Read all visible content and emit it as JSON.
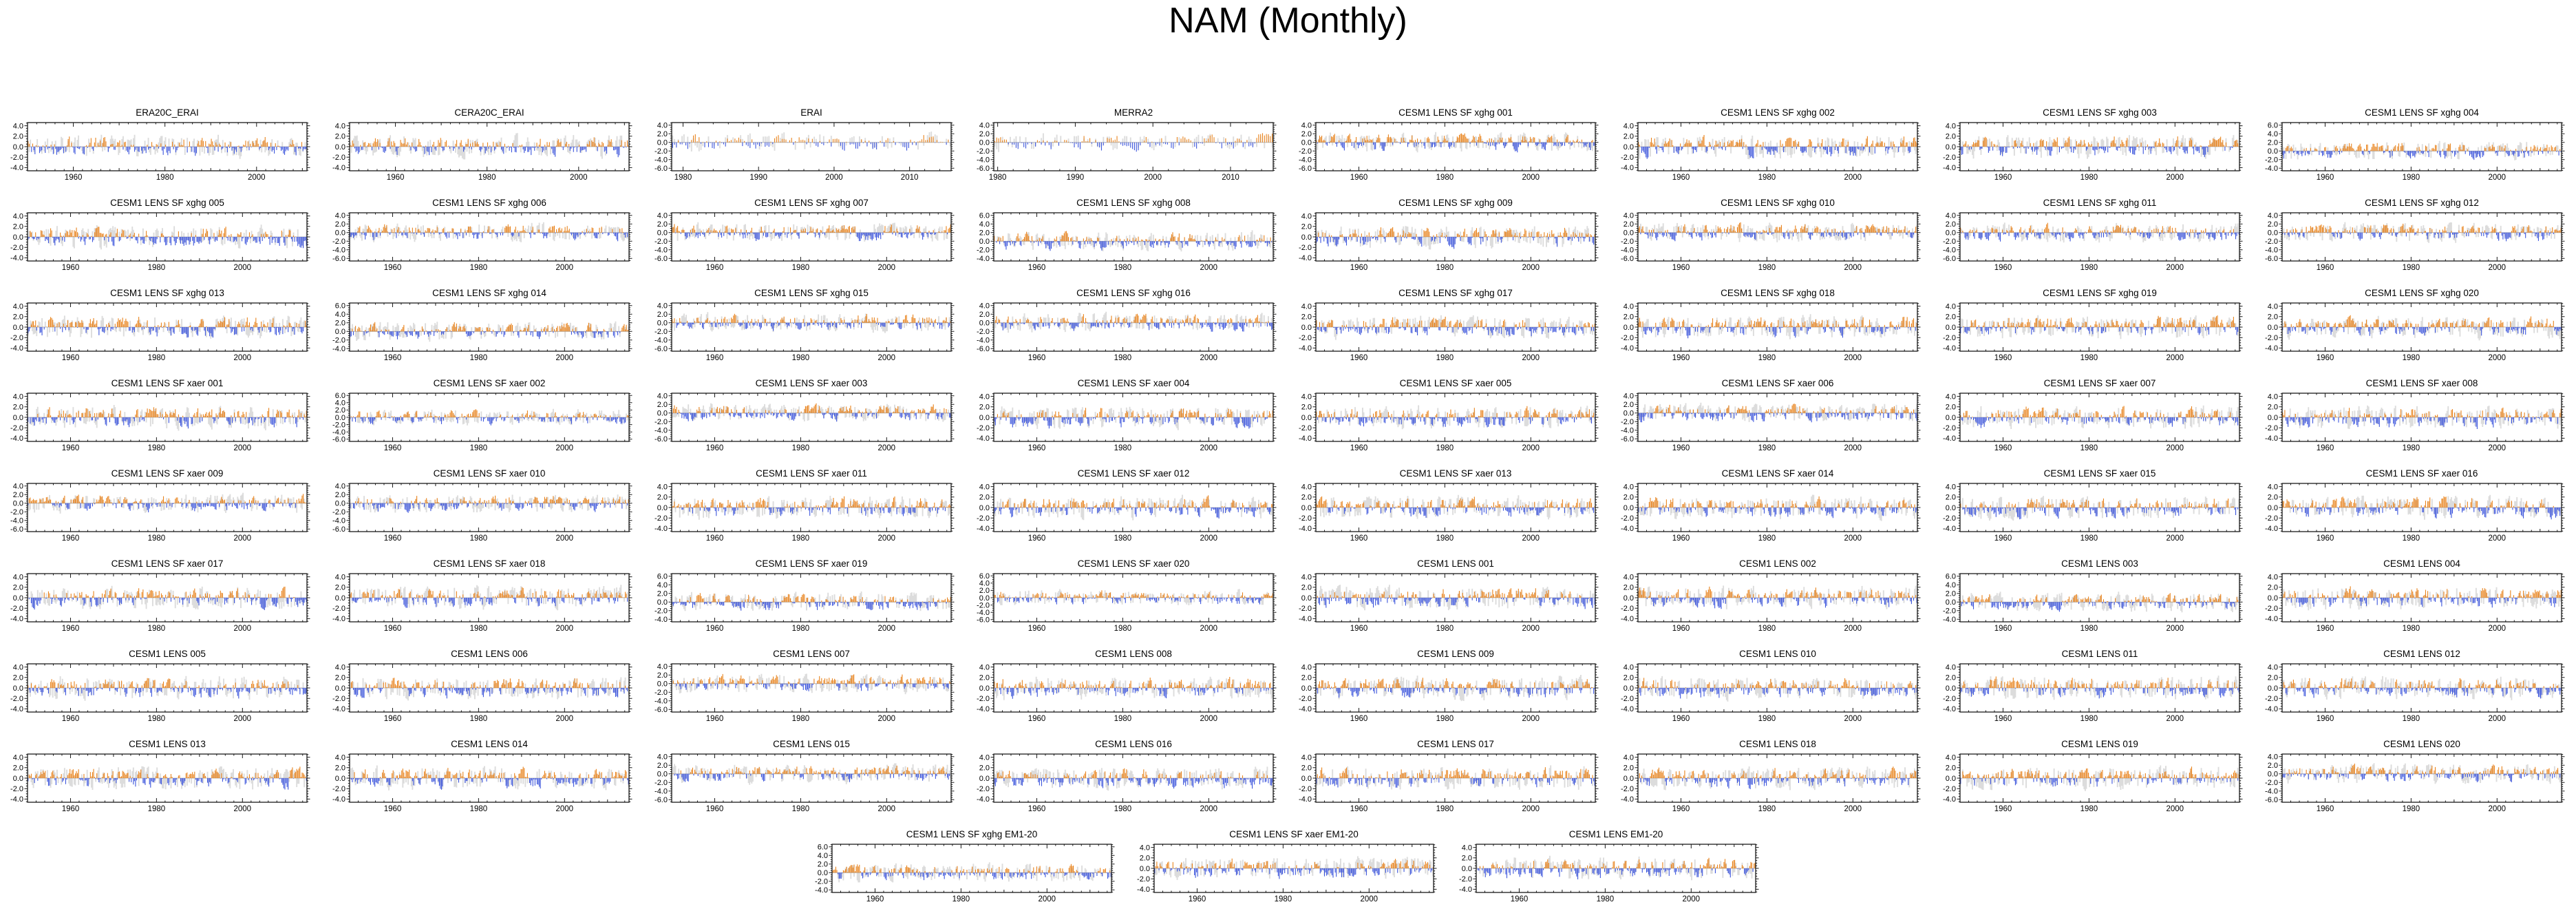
{
  "page_title": "NAM (Monthly)",
  "colors": {
    "positive_bar": "#E8831D",
    "negative_bar": "#3C55DC",
    "background_bar": "#DCDCDC",
    "frame": "#1a1a1a",
    "zero_line": "#aaaaaa",
    "text": "#000000"
  },
  "chart_data": {
    "type": "bar",
    "description": "Grid of 67 mini bar-plots of monthly NAM index anomalies; orange bars positive, blue bars negative, light-gray background bars behind. Values are dense monthly noise in roughly -3.5..3.5; series are reproduced with seeded pseudo-random data matching amplitude.",
    "grid": {
      "columns": 8,
      "full_rows": 8,
      "last_row_plots": 3,
      "last_row_centered": true
    },
    "defaults": {
      "xs": 1950,
      "xe": 2015,
      "xt": [
        1960,
        1980,
        2000
      ],
      "ytick_step": 2.0
    },
    "plots": [
      {
        "t": "ERA20C_ERAI",
        "ymin": -4,
        "ymax": 4,
        "xs": 1950,
        "xe": 2011,
        "xt": [
          1960,
          1980,
          2000
        ]
      },
      {
        "t": "CERA20C_ERAI",
        "ymin": -4,
        "ymax": 4,
        "xs": 1950,
        "xe": 2011,
        "xt": [
          1960,
          1980,
          2000
        ]
      },
      {
        "t": "ERAI",
        "ymin": -6,
        "ymax": 4,
        "xs": 1978.5,
        "xe": 2015.5,
        "xt": [
          1980,
          1990,
          2000,
          2010
        ]
      },
      {
        "t": "MERRA2",
        "ymin": -6,
        "ymax": 4,
        "xs": 1979.5,
        "xe": 2015.5,
        "xt": [
          1980,
          1990,
          2000,
          2010
        ]
      },
      {
        "t": "CESM1 LENS SF xghg 001",
        "ymin": -6,
        "ymax": 4
      },
      {
        "t": "CESM1 LENS SF xghg 002",
        "ymin": -4,
        "ymax": 4
      },
      {
        "t": "CESM1 LENS SF xghg 003",
        "ymin": -4,
        "ymax": 4
      },
      {
        "t": "CESM1 LENS SF xghg 004",
        "ymin": -4,
        "ymax": 6
      },
      {
        "t": "CESM1 LENS SF xghg 005",
        "ymin": -4,
        "ymax": 4
      },
      {
        "t": "CESM1 LENS SF xghg 006",
        "ymin": -6,
        "ymax": 4
      },
      {
        "t": "CESM1 LENS SF xghg 007",
        "ymin": -6,
        "ymax": 4
      },
      {
        "t": "CESM1 LENS SF xghg 008",
        "ymin": -4,
        "ymax": 6
      },
      {
        "t": "CESM1 LENS SF xghg 009",
        "ymin": -4,
        "ymax": 4
      },
      {
        "t": "CESM1 LENS SF xghg 010",
        "ymin": -6,
        "ymax": 4
      },
      {
        "t": "CESM1 LENS SF xghg 011",
        "ymin": -6,
        "ymax": 4
      },
      {
        "t": "CESM1 LENS SF xghg 012",
        "ymin": -6,
        "ymax": 4
      },
      {
        "t": "CESM1 LENS SF xghg 013",
        "ymin": -4,
        "ymax": 4
      },
      {
        "t": "CESM1 LENS SF xghg 014",
        "ymin": -4,
        "ymax": 6
      },
      {
        "t": "CESM1 LENS SF xghg 015",
        "ymin": -6,
        "ymax": 4
      },
      {
        "t": "CESM1 LENS SF xghg 016",
        "ymin": -6,
        "ymax": 4
      },
      {
        "t": "CESM1 LENS SF xghg 017",
        "ymin": -4,
        "ymax": 4
      },
      {
        "t": "CESM1 LENS SF xghg 018",
        "ymin": -4,
        "ymax": 4
      },
      {
        "t": "CESM1 LENS SF xghg 019",
        "ymin": -4,
        "ymax": 4
      },
      {
        "t": "CESM1 LENS SF xghg 020",
        "ymin": -4,
        "ymax": 4
      },
      {
        "t": "CESM1 LENS SF xaer 001",
        "ymin": -4,
        "ymax": 4
      },
      {
        "t": "CESM1 LENS SF xaer 002",
        "ymin": -6,
        "ymax": 6
      },
      {
        "t": "CESM1 LENS SF xaer 003",
        "ymin": -6,
        "ymax": 4
      },
      {
        "t": "CESM1 LENS SF xaer 004",
        "ymin": -4,
        "ymax": 4
      },
      {
        "t": "CESM1 LENS SF xaer 005",
        "ymin": -4,
        "ymax": 4
      },
      {
        "t": "CESM1 LENS SF xaer 006",
        "ymin": -6,
        "ymax": 4
      },
      {
        "t": "CESM1 LENS SF xaer 007",
        "ymin": -4,
        "ymax": 4
      },
      {
        "t": "CESM1 LENS SF xaer 008",
        "ymin": -4,
        "ymax": 4
      },
      {
        "t": "CESM1 LENS SF xaer 009",
        "ymin": -6,
        "ymax": 4
      },
      {
        "t": "CESM1 LENS SF xaer 010",
        "ymin": -6,
        "ymax": 4
      },
      {
        "t": "CESM1 LENS SF xaer 011",
        "ymin": -4,
        "ymax": 4
      },
      {
        "t": "CESM1 LENS SF xaer 012",
        "ymin": -4,
        "ymax": 4
      },
      {
        "t": "CESM1 LENS SF xaer 013",
        "ymin": -4,
        "ymax": 4
      },
      {
        "t": "CESM1 LENS SF xaer 014",
        "ymin": -4,
        "ymax": 4
      },
      {
        "t": "CESM1 LENS SF xaer 015",
        "ymin": -4,
        "ymax": 4
      },
      {
        "t": "CESM1 LENS SF xaer 016",
        "ymin": -4,
        "ymax": 4
      },
      {
        "t": "CESM1 LENS SF xaer 017",
        "ymin": -4,
        "ymax": 4
      },
      {
        "t": "CESM1 LENS SF xaer 018",
        "ymin": -4,
        "ymax": 4
      },
      {
        "t": "CESM1 LENS SF xaer 019",
        "ymin": -4,
        "ymax": 6
      },
      {
        "t": "CESM1 LENS SF xaer 020",
        "ymin": -6,
        "ymax": 6
      },
      {
        "t": "CESM1 LENS 001",
        "ymin": -4,
        "ymax": 4
      },
      {
        "t": "CESM1 LENS 002",
        "ymin": -4,
        "ymax": 4
      },
      {
        "t": "CESM1 LENS 003",
        "ymin": -4,
        "ymax": 6
      },
      {
        "t": "CESM1 LENS 004",
        "ymin": -4,
        "ymax": 4
      },
      {
        "t": "CESM1 LENS 005",
        "ymin": -4,
        "ymax": 4
      },
      {
        "t": "CESM1 LENS 006",
        "ymin": -4,
        "ymax": 4
      },
      {
        "t": "CESM1 LENS 007",
        "ymin": -6,
        "ymax": 4
      },
      {
        "t": "CESM1 LENS 008",
        "ymin": -4,
        "ymax": 4
      },
      {
        "t": "CESM1 LENS 009",
        "ymin": -4,
        "ymax": 4
      },
      {
        "t": "CESM1 LENS 010",
        "ymin": -4,
        "ymax": 4
      },
      {
        "t": "CESM1 LENS 011",
        "ymin": -4,
        "ymax": 4
      },
      {
        "t": "CESM1 LENS 012",
        "ymin": -4,
        "ymax": 4
      },
      {
        "t": "CESM1 LENS 013",
        "ymin": -4,
        "ymax": 4
      },
      {
        "t": "CESM1 LENS 014",
        "ymin": -4,
        "ymax": 4
      },
      {
        "t": "CESM1 LENS 015",
        "ymin": -6,
        "ymax": 4
      },
      {
        "t": "CESM1 LENS 016",
        "ymin": -4,
        "ymax": 4
      },
      {
        "t": "CESM1 LENS 017",
        "ymin": -4,
        "ymax": 4
      },
      {
        "t": "CESM1 LENS 018",
        "ymin": -4,
        "ymax": 4
      },
      {
        "t": "CESM1 LENS 019",
        "ymin": -4,
        "ymax": 4
      },
      {
        "t": "CESM1 LENS 020",
        "ymin": -6,
        "ymax": 4
      },
      {
        "t": "CESM1 LENS SF xghg EM1-20",
        "ymin": -4,
        "ymax": 6
      },
      {
        "t": "CESM1 LENS SF xaer EM1-20",
        "ymin": -4,
        "ymax": 4
      },
      {
        "t": "CESM1 LENS EM1-20",
        "ymin": -4,
        "ymax": 4
      }
    ]
  }
}
